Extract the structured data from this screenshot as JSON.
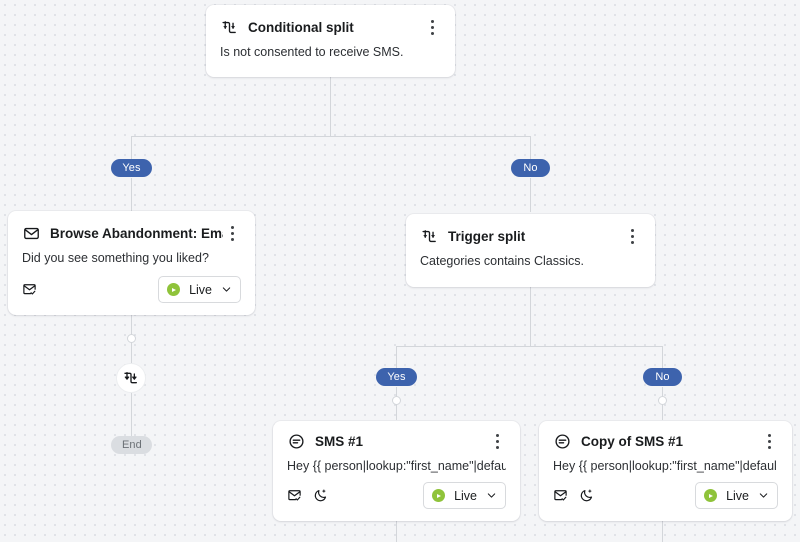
{
  "canvas": {
    "background_color": "#f4f5f7",
    "grid_dot_color": "#dcdfe4",
    "connector_color": "#d3d6da",
    "branch_badge_color": "#3d63ad",
    "end_badge_color": "#dadde1",
    "live_accent_color": "#8fc33a"
  },
  "nodes": {
    "conditional_split": {
      "icon": "split-icon",
      "title": "Conditional split",
      "body": "Is not consented to receive SMS."
    },
    "browse_abandonment_email": {
      "icon": "envelope-icon",
      "title": "Browse Abandonment: Email...",
      "body": "Did you see something you liked?",
      "footer_icons": [
        "envelope-check-icon"
      ],
      "status_label": "Live"
    },
    "trigger_split": {
      "icon": "split-icon",
      "title": "Trigger split",
      "body": "Categories contains Classics."
    },
    "sms_1": {
      "icon": "chat-bubble-icon",
      "title": "SMS #1",
      "body": "Hey {{ person|lookup:\"first_name\"|defaul...",
      "footer_icons": [
        "envelope-check-icon",
        "moon-icon"
      ],
      "status_label": "Live"
    },
    "copy_of_sms_1": {
      "icon": "chat-bubble-icon",
      "title": "Copy of SMS #1",
      "body": "Hey {{ person|lookup:\"first_name\"|defaul...",
      "footer_icons": [
        "envelope-check-icon",
        "moon-icon"
      ],
      "status_label": "Live"
    },
    "split_marker": {
      "icon": "split-icon"
    }
  },
  "branches": {
    "conditional_yes": "Yes",
    "conditional_no": "No",
    "trigger_yes": "Yes",
    "trigger_no": "No"
  },
  "terminals": {
    "end": "End"
  }
}
